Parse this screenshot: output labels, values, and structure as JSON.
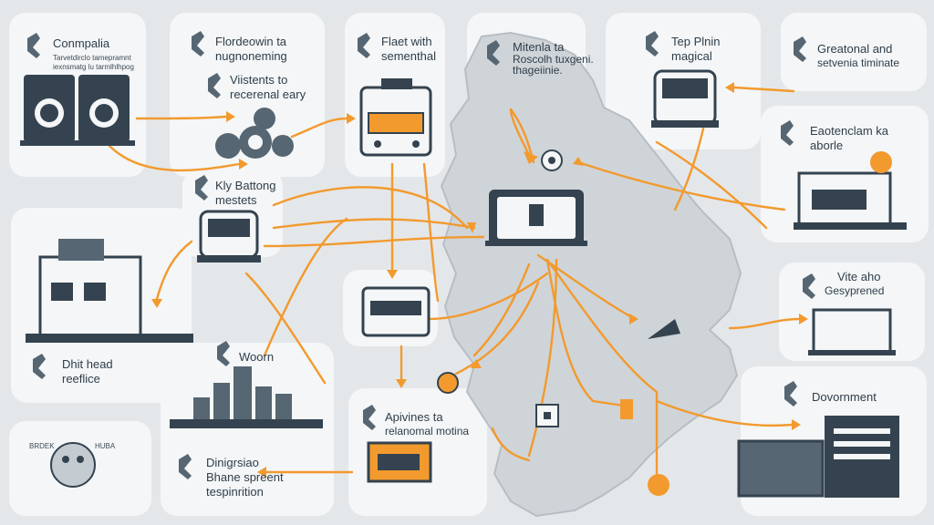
{
  "colors": {
    "background": "#e4e7ea",
    "card": "#f4f6f7",
    "map": "#cfd4d8",
    "dark": "#34434f",
    "accent": "#f29a2e",
    "icon": "#566672"
  },
  "nodes": {
    "n1": {
      "title": "Conmpalia",
      "sub1": "Tarvetdirclo tamepramnt",
      "sub2": "iexnsmatg lu tarmlhlhpog"
    },
    "n2": {
      "title": "Flordeowin ta",
      "sub1": "nugnoneming"
    },
    "n3": {
      "title": "Viistents to",
      "sub1": "recerenal eary"
    },
    "n4": {
      "title": "Flaet with",
      "sub1": "sementhal"
    },
    "n5": {
      "title": "Mitenla ta",
      "sub1": "Roscolh tuxgeni.",
      "sub2": "thageiinie."
    },
    "n6": {
      "title": "Tep Plnin",
      "sub1": "magical"
    },
    "n7": {
      "title": "Greatonal and",
      "sub1": "setvenia timinate"
    },
    "n8": {
      "title": "Eaotenclam ka",
      "sub1": "aborle"
    },
    "n9": {
      "title": "Kly Battong",
      "sub1": "mestets"
    },
    "n10": {
      "title": "Vite aho",
      "sub1": "Gesyprened"
    },
    "n11": {
      "title": "Dhit head",
      "sub1": "reeflice"
    },
    "n12": {
      "title": "Woorn"
    },
    "n13": {
      "title": "Apivines ta",
      "sub1": "relanomal motina"
    },
    "n14": {
      "title": "Dovornment"
    },
    "n15": {
      "title": "Dinigrsiao",
      "sub1": "Bhane spreent",
      "sub2": "tespinrition"
    },
    "n16": {
      "left": "BRDEK",
      "right": "HUBA"
    }
  },
  "icons": [
    "machine-icon",
    "gear-cluster-icon",
    "control-panel-icon",
    "truck-front-icon",
    "factory-icon",
    "server-rack-icon",
    "wrench-icon",
    "coin-icon"
  ]
}
